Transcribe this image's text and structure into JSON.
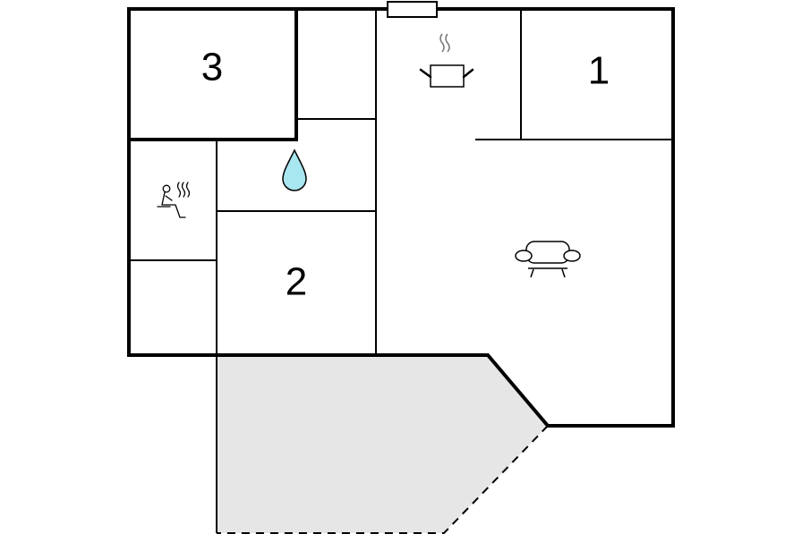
{
  "rooms": {
    "bedroom_1": {
      "number": "1"
    },
    "bedroom_2": {
      "number": "2"
    },
    "bedroom_3": {
      "number": "3"
    }
  },
  "icons": {
    "kitchen": "cooking-pot-icon",
    "bathroom": "water-drop-icon",
    "sauna": "sauna-icon",
    "living_room": "sofa-icon"
  },
  "colors": {
    "wall": "#000000",
    "terrace": "#e6e6e6",
    "water_drop": "#a8e6f0",
    "steam": "#777777"
  }
}
